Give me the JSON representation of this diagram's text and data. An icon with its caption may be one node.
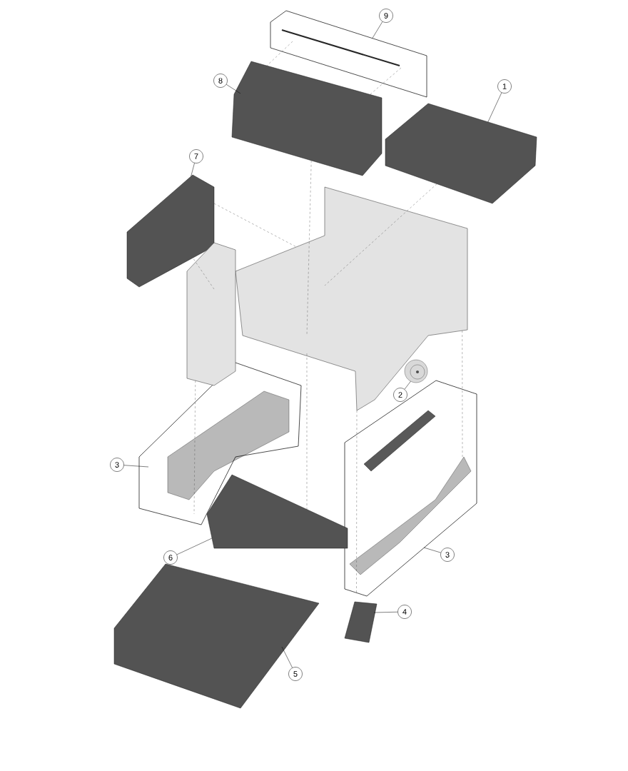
{
  "diagram": {
    "nodes": [
      {
        "text": [
          "9"
        ]
      },
      {
        "text": [
          "8"
        ]
      },
      {
        "text": [
          "1"
        ]
      },
      {
        "text": [
          "7"
        ]
      },
      {
        "text": [
          "2"
        ]
      },
      {
        "text": [
          "3"
        ]
      },
      {
        "text": [
          "3"
        ]
      },
      {
        "text": [
          "6"
        ]
      },
      {
        "text": [
          "4"
        ]
      },
      {
        "text": [
          "5"
        ]
      },
      {
        "text": [],
        "shape": "box"
      },
      {
        "text": [],
        "shape": "picture"
      },
      {
        "text": [],
        "shape": "picture"
      },
      {
        "text": [],
        "shape": "picture"
      },
      {
        "text": [],
        "shape": "picture"
      },
      {
        "text": [],
        "shape": "box"
      },
      {
        "text": [],
        "shape": "box"
      },
      {
        "text": [],
        "shape": "picture"
      },
      {
        "text": [],
        "shape": "picture"
      },
      {
        "text": [],
        "shape": "picture"
      },
      {
        "text": [],
        "shape": "picture"
      },
      {
        "text": [],
        "shape": "picture"
      }
    ],
    "edges": [
      {
        "from": 0,
        "to": 10,
        "arrow": "none"
      },
      {
        "from": 1,
        "to": 11,
        "arrow": "none"
      },
      {
        "from": 2,
        "to": 12,
        "arrow": "none"
      },
      {
        "from": 3,
        "to": 13,
        "arrow": "none"
      },
      {
        "from": 4,
        "to": 14,
        "arrow": "none"
      },
      {
        "from": 5,
        "to": 15,
        "arrow": "none"
      },
      {
        "from": 6,
        "to": 16,
        "arrow": "none"
      },
      {
        "from": 7,
        "to": 17,
        "arrow": "none"
      },
      {
        "from": 8,
        "to": 18,
        "arrow": "none"
      },
      {
        "from": 9,
        "to": 19,
        "arrow": "none"
      },
      {
        "from": 10,
        "to": 11,
        "arrow": "none",
        "style": "dashed"
      },
      {
        "from": 10,
        "to": 11,
        "arrow": "none",
        "style": "dashed"
      },
      {
        "from": 11,
        "to": 20,
        "arrow": "none",
        "style": "dashed"
      },
      {
        "from": 12,
        "to": 20,
        "arrow": "none",
        "style": "dashed"
      },
      {
        "from": 13,
        "to": 20,
        "arrow": "none",
        "style": "dashed"
      },
      {
        "from": 13,
        "to": 21,
        "arrow": "none",
        "style": "dashed"
      },
      {
        "from": 21,
        "to": 15,
        "arrow": "none",
        "style": "dashed"
      },
      {
        "from": 20,
        "to": 17,
        "arrow": "none",
        "style": "dashed"
      },
      {
        "from": 20,
        "to": 16,
        "arrow": "none",
        "style": "dashed"
      },
      {
        "from": 20,
        "to": 16,
        "arrow": "none",
        "style": "dashed"
      }
    ]
  }
}
